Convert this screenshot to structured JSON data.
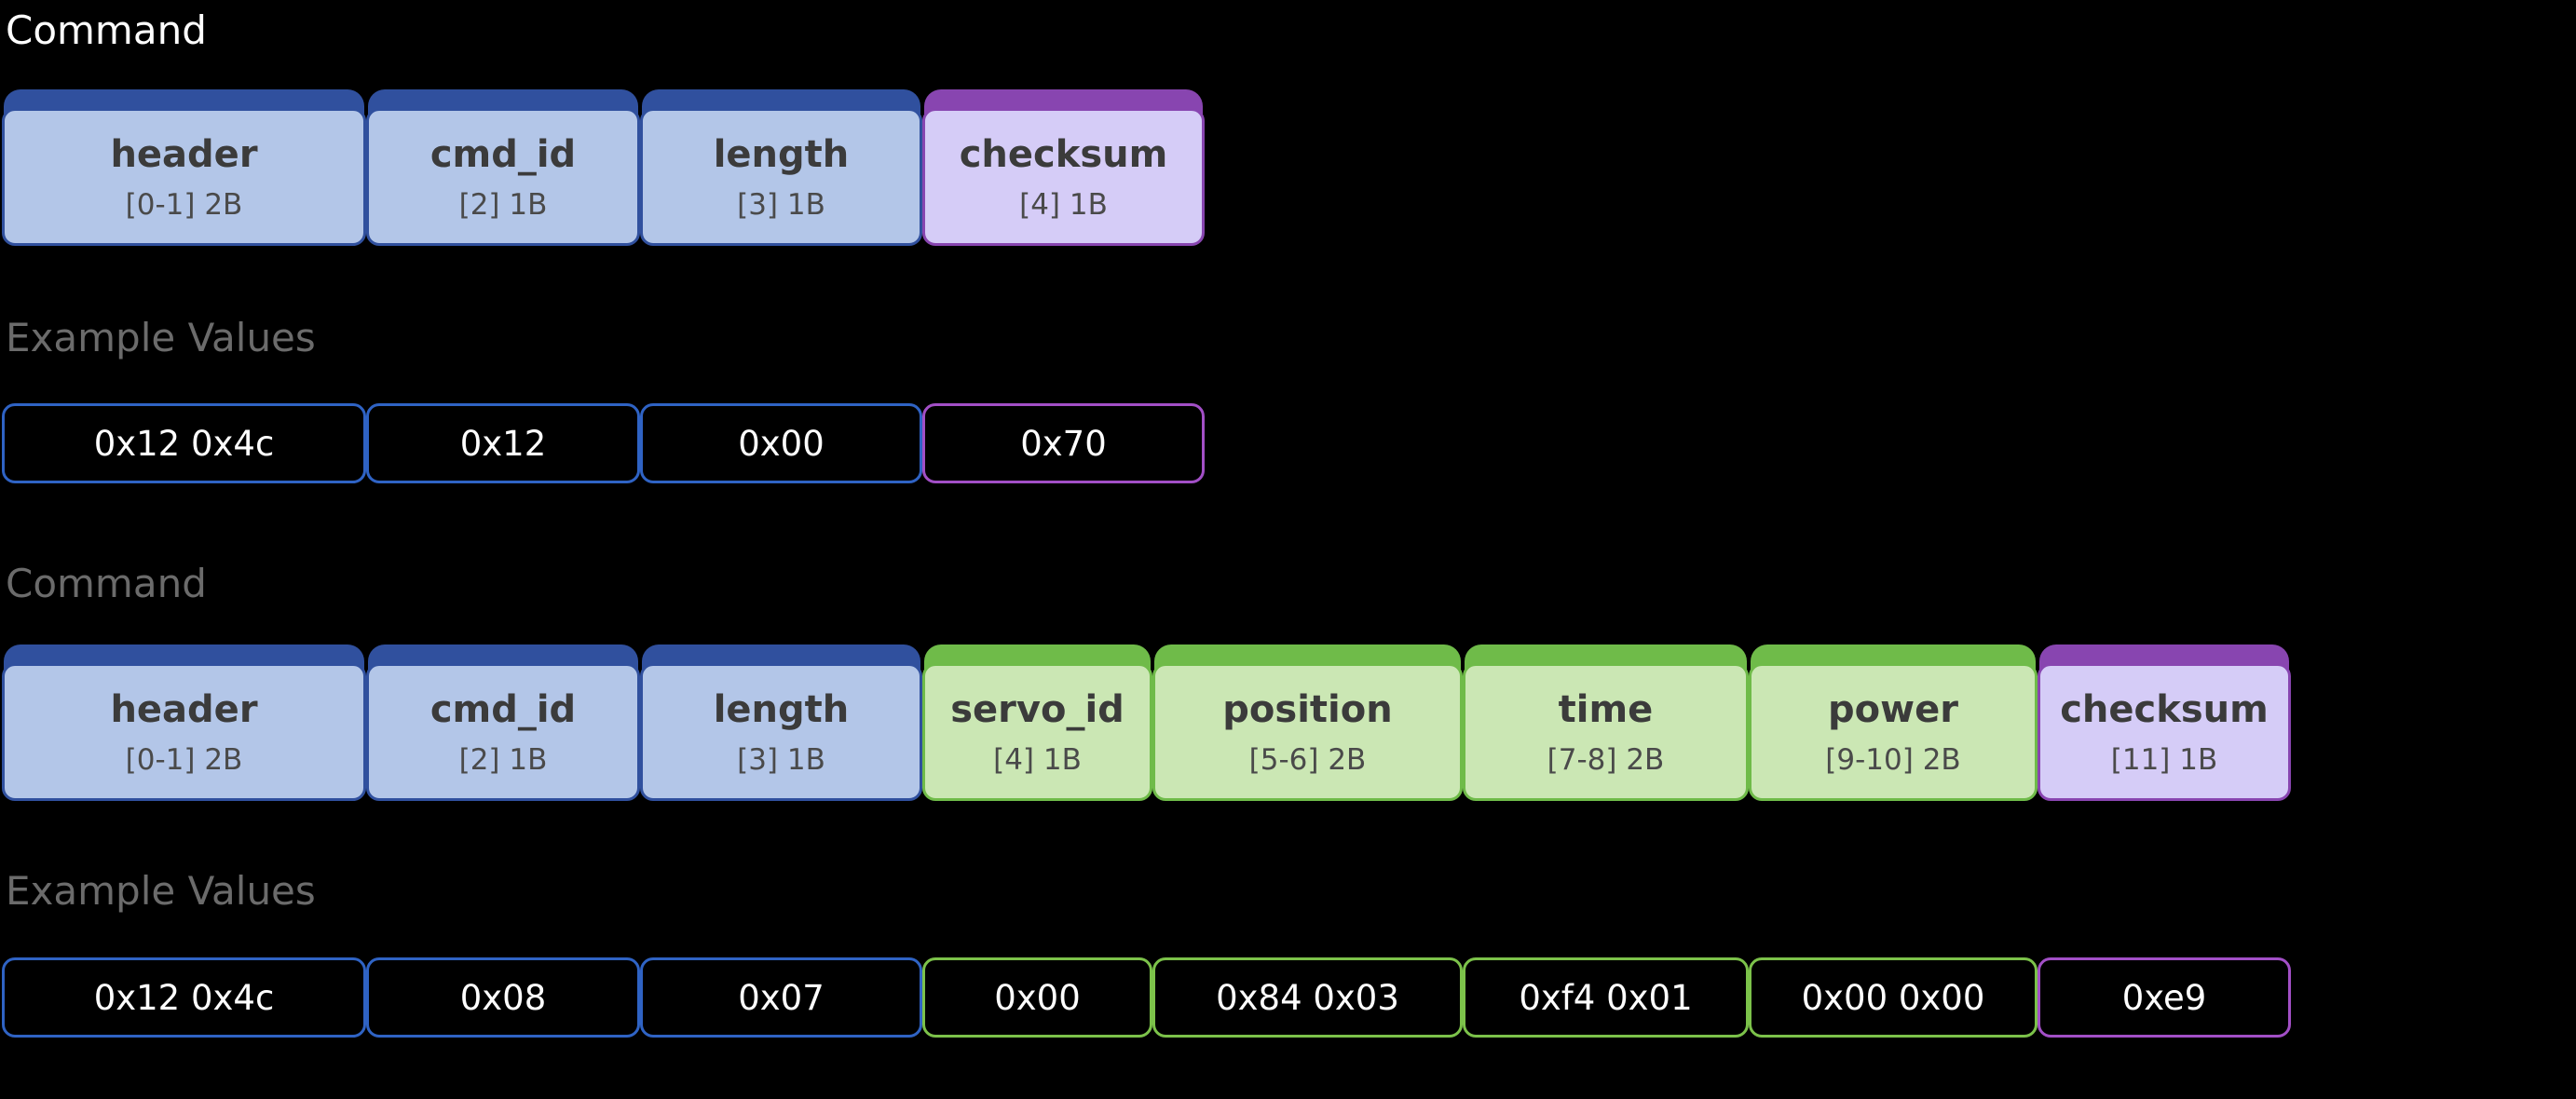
{
  "page": {
    "background": "#000000",
    "palette": {
      "blue_cap": "#30509e",
      "blue_body": "#b3c6e8",
      "blue_outline": "#2f63c4",
      "purple_cap": "#8845b0",
      "purple_body": "#d5ccf7",
      "purple_outline": "#a24fc6",
      "green_cap": "#6fbb49",
      "green_body": "#cbe7b4",
      "green_outline": "#7cc24a",
      "caption_white": "#ffffff",
      "caption_grey": "#6b6b6b",
      "field_text": "#3b3b3b",
      "value_text": "#ffffff"
    }
  },
  "packets": [
    {
      "caption": "Command",
      "caption_style": "white",
      "values_caption": "Example Values",
      "fields": [
        {
          "name": "header",
          "range": "[0-1] 2B",
          "color": "blue",
          "value": "0x12 0x4c"
        },
        {
          "name": "cmd_id",
          "range": "[2] 1B",
          "color": "blue",
          "value": "0x12"
        },
        {
          "name": "length",
          "range": "[3] 1B",
          "color": "blue",
          "value": "0x00"
        },
        {
          "name": "checksum",
          "range": "[4] 1B",
          "color": "purple",
          "value": "0x70"
        }
      ]
    },
    {
      "caption": "Command",
      "caption_style": "grey",
      "values_caption": "Example Values",
      "fields": [
        {
          "name": "header",
          "range": "[0-1] 2B",
          "color": "blue",
          "value": "0x12 0x4c"
        },
        {
          "name": "cmd_id",
          "range": "[2] 1B",
          "color": "blue",
          "value": "0x08"
        },
        {
          "name": "length",
          "range": "[3] 1B",
          "color": "blue",
          "value": "0x07"
        },
        {
          "name": "servo_id",
          "range": "[4] 1B",
          "color": "green",
          "value": "0x00"
        },
        {
          "name": "position",
          "range": "[5-6] 2B",
          "color": "green",
          "value": "0x84 0x03"
        },
        {
          "name": "time",
          "range": "[7-8] 2B",
          "color": "green",
          "value": "0xf4 0x01"
        },
        {
          "name": "power",
          "range": "[9-10] 2B",
          "color": "green",
          "value": "0x00 0x00"
        },
        {
          "name": "checksum",
          "range": "[11] 1B",
          "color": "purple",
          "value": "0xe9"
        }
      ]
    }
  ]
}
